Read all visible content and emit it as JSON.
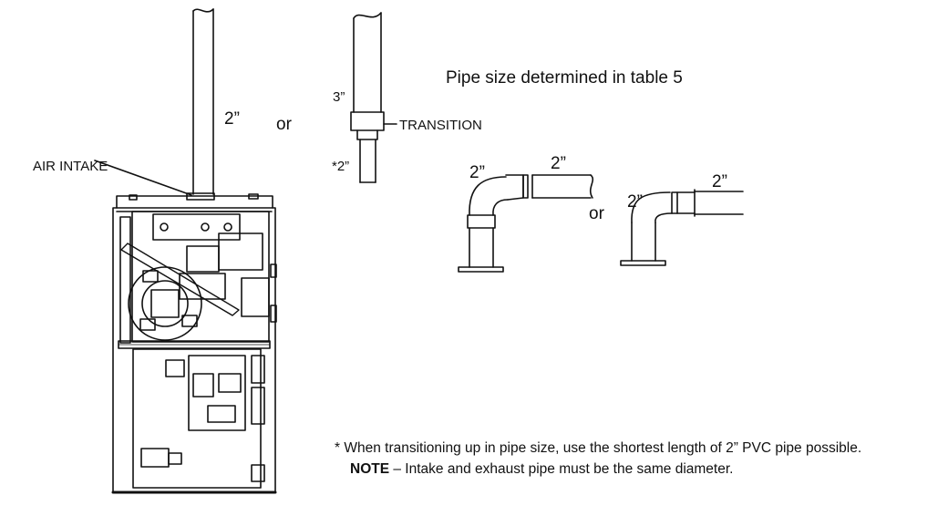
{
  "labels": {
    "air_intake": "AIR INTAKE",
    "pipe_2_left": "2”",
    "or_top": "or",
    "pipe_3": "3”",
    "transition": "TRANSITION",
    "pipe_star_2": "*2”",
    "pipe_size_note": "Pipe size determined in table 5",
    "elbow1_vertical": "2”",
    "elbow1_horizontal": "2”",
    "or_elbow": "or",
    "elbow2_vertical": "2”",
    "elbow2_horizontal": "2”"
  },
  "footnote": {
    "line1": "* When transitioning up in pipe size, use the shortest length of 2” PVC pipe possible.",
    "note_keyword": "NOTE",
    "line2_rest": " – Intake and exhaust pipe must be the same diameter."
  }
}
